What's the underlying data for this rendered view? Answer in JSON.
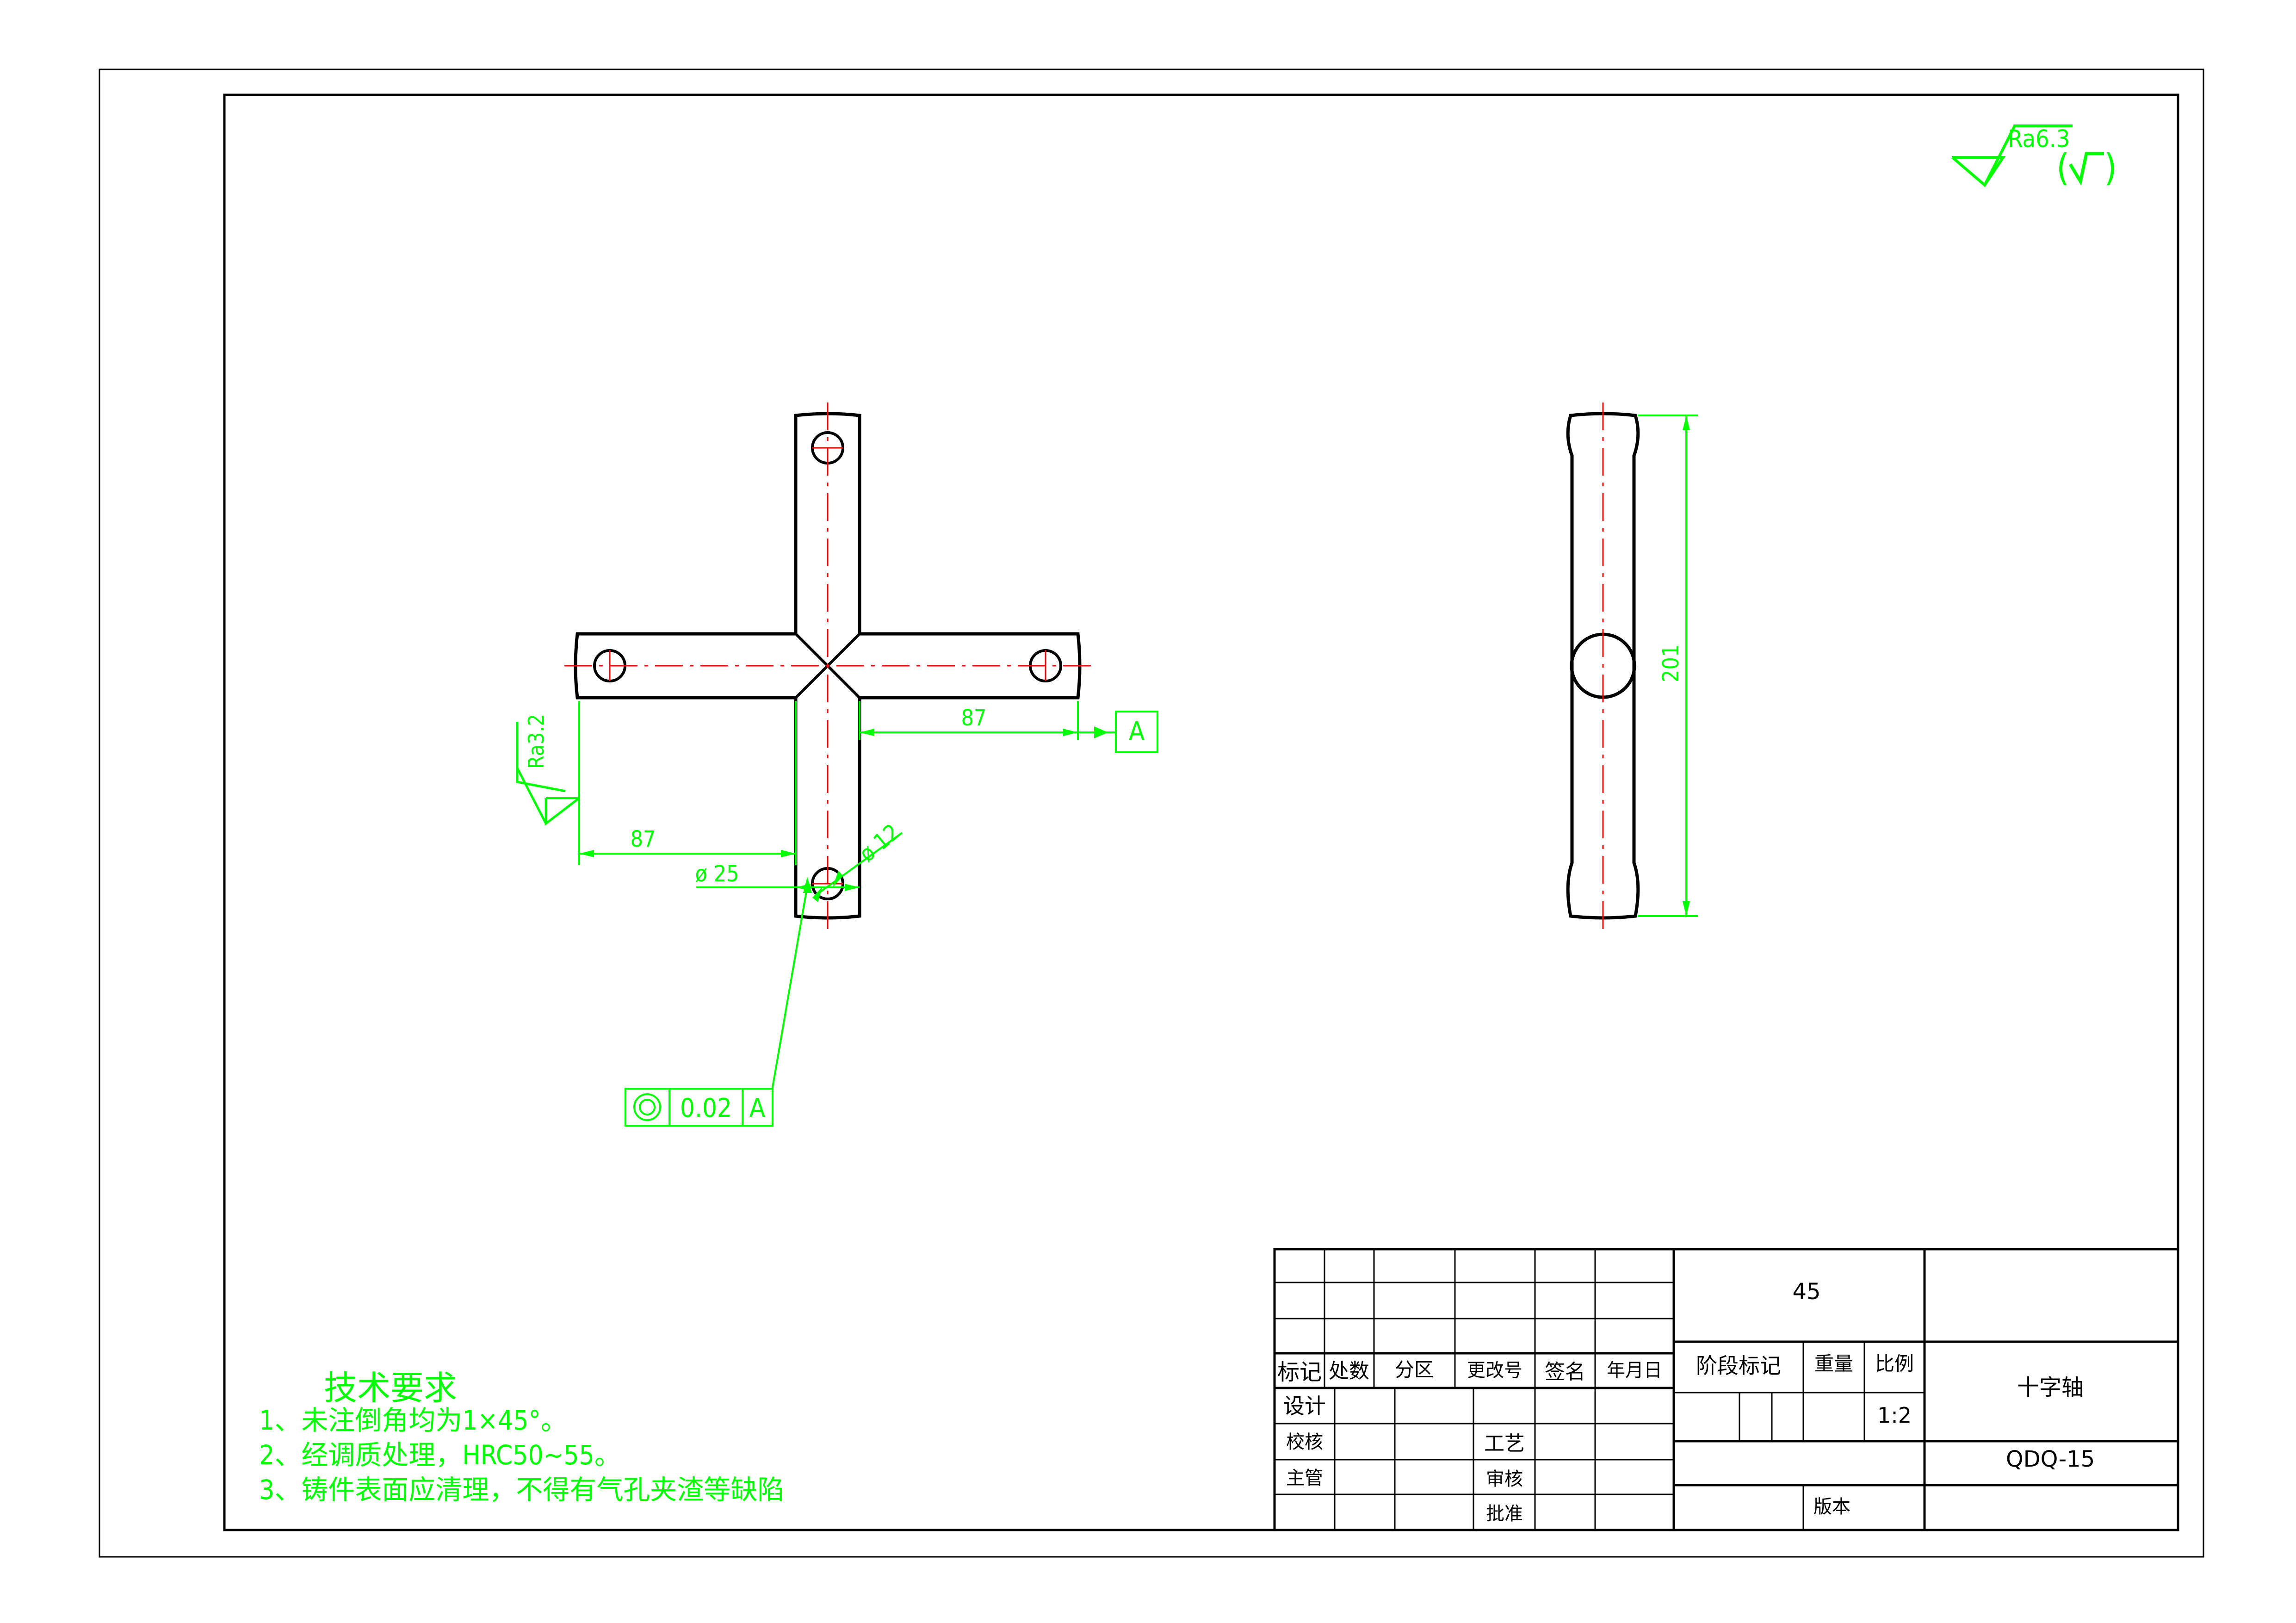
{
  "surface_roughness": {
    "general": "Ra6.3",
    "general_suffix_open": "(",
    "general_suffix_close": ")",
    "face": "Ra3.2"
  },
  "dimensions": {
    "arm_right_length": "87",
    "arm_left_length": "87",
    "shaft_diameter": "ø 25",
    "hole_diameter": "ø 12",
    "overall_height": "201"
  },
  "datum": {
    "label": "A"
  },
  "tolerance_frame": {
    "value": "0.02",
    "datum": "A"
  },
  "technical_requirements": {
    "title": "技术要求",
    "items": [
      "1、未注倒角均为1×45°。",
      "2、经调质处理，HRC50~55。",
      "3、铸件表面应清理，不得有气孔夹渣等缺陷"
    ]
  },
  "title_block": {
    "material": "45",
    "part_name": "十字轴",
    "drawing_number": "QDQ-15",
    "scale": "1:2",
    "headers": {
      "mark": "标记",
      "count": "处数",
      "zone": "分区",
      "change_no": "更改号",
      "signature": "签名",
      "date": "年月日",
      "stage_mark": "阶段标记",
      "weight": "重量",
      "scale_label": "比例",
      "design": "设计",
      "check": "校核",
      "supervisor": "主管",
      "process": "工艺",
      "review": "审核",
      "approve": "批准",
      "version": "版本"
    }
  },
  "colors": {
    "outline": "#000000",
    "annotation": "#00ff00",
    "centerline": "#ff0000",
    "background": "#ffffff"
  }
}
